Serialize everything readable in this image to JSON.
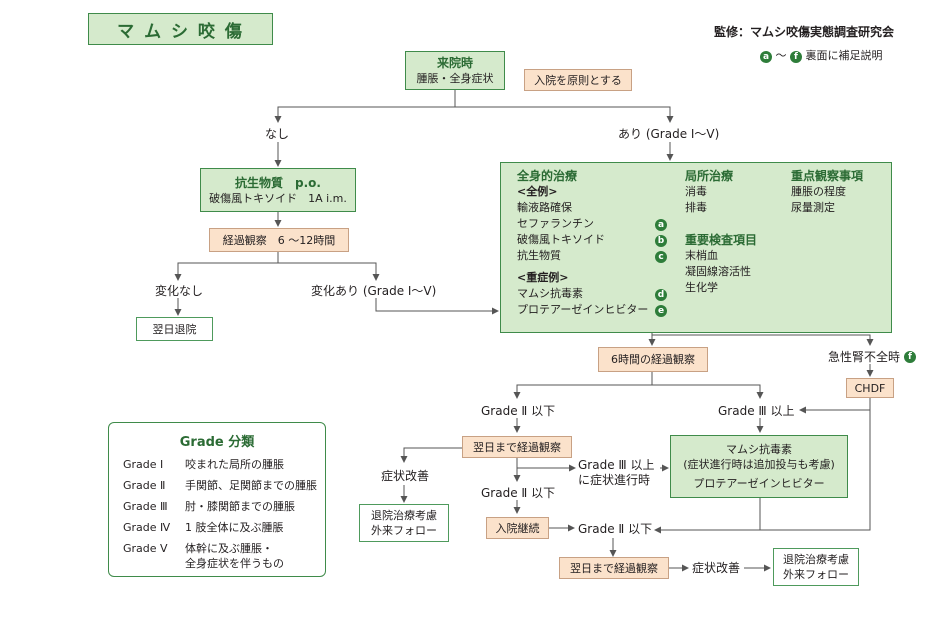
{
  "header": {
    "title": "マ ム シ 咬 傷",
    "supervisor": "監修：マムシ咬傷実態調査研究会",
    "note_a": "a",
    "note_tilde": "〜",
    "note_f": "f",
    "note_text": "裏面に補足説明"
  },
  "nodes": {
    "arrival_title": "来院時",
    "arrival_sub": "腫脹・全身症状",
    "admission_principle": "入院を原則とする",
    "no_label": "なし",
    "yes_label": "あり (Grade Ⅰ〜Ⅴ)",
    "antibiotic_title": "抗生物質　p.o.",
    "antibiotic_sub": "破傷風トキソイド　1A  i.m.",
    "observe_6_12": "経過観察　6 〜12時間",
    "no_change": "変化なし",
    "change": "変化あり (Grade Ⅰ〜Ⅴ)",
    "next_day_discharge": "翌日退院",
    "six_hour_obs": "6時間の経過観察",
    "aki": "急性腎不全時",
    "aki_badge": "f",
    "chdf": "CHDF",
    "grade2_below_1": "Grade Ⅱ 以下",
    "grade3_above_1": "Grade Ⅲ 以上",
    "observe_next_day_1": "翌日まで経過観察",
    "symptom_improve_1": "症状改善",
    "discharge_consider_1_l1": "退院治療考慮",
    "discharge_consider_1_l2": "外来フォロー",
    "progress_l1": "Grade Ⅲ 以上",
    "progress_l2": "に症状進行時",
    "grade2_below_2": "Grade Ⅱ 以下",
    "continue_admission": "入院継続",
    "grade2_below_3": "Grade Ⅱ 以下",
    "antivenom_title": "マムシ抗毒素",
    "antivenom_sub": "(症状進行時は追加投与も考慮)",
    "antivenom_drug": "プロテアーゼインヒビター",
    "observe_next_day_2": "翌日まで経過観察",
    "symptom_improve_2": "症状改善",
    "discharge_consider_2_l1": "退院治療考慮",
    "discharge_consider_2_l2": "外来フォロー"
  },
  "treatment": {
    "systemic_title": "全身的治療",
    "all_cases": "<全例>",
    "all_items": [
      {
        "text": "輸液路確保",
        "badge": ""
      },
      {
        "text": "セファランチン",
        "badge": "a"
      },
      {
        "text": "破傷風トキソイド",
        "badge": "b"
      },
      {
        "text": "抗生物質",
        "badge": "c"
      }
    ],
    "severe_cases": "<重症例>",
    "severe_items": [
      {
        "text": "マムシ抗毒素",
        "badge": "d"
      },
      {
        "text": "プロテアーゼインヒビター",
        "badge": "e"
      }
    ],
    "local_title": "局所治療",
    "local_items": [
      "消毒",
      "排毒"
    ],
    "important_title": "重要検査項目",
    "important_items": [
      "末梢血",
      "凝固線溶活性",
      "生化学"
    ],
    "watch_title": "重点観察事項",
    "watch_items": [
      "腫脹の程度",
      "尿量測定"
    ]
  },
  "grade_table": {
    "title": "Grade 分類",
    "rows": [
      {
        "grade": "Grade Ⅰ",
        "desc": "咬まれた局所の腫脹"
      },
      {
        "grade": "Grade Ⅱ",
        "desc": "手関節、足関節までの腫脹"
      },
      {
        "grade": "Grade Ⅲ",
        "desc": "肘・膝関節までの腫脹"
      },
      {
        "grade": "Grade Ⅳ",
        "desc": "1 肢全体に及ぶ腫脹"
      },
      {
        "grade": "Grade Ⅴ",
        "desc": "体幹に及ぶ腫脹・"
      }
    ],
    "last_extra": "全身症状を伴うもの"
  },
  "colors": {
    "green_fill": "#d5eacc",
    "green_border": "#3f8b4a",
    "peach_fill": "#fbe2cb",
    "title_green": "#2b6b34",
    "badge_green": "#2e7d3a"
  }
}
